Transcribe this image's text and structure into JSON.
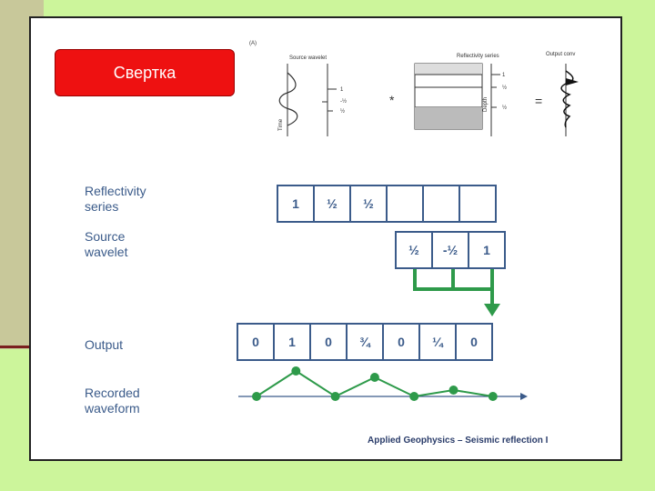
{
  "title": "Свертка",
  "figure": {
    "panel_label": "(A)",
    "source_wavelet_label": "Source wavelet",
    "reflectivity_series_label": "Reflectivity series",
    "output_label": "Output conv",
    "time_label": "Time",
    "depth_label": "Depth",
    "operator_star": "*",
    "operator_equals": "=",
    "spike_values": [
      "1",
      "-½",
      "½"
    ],
    "series_values": [
      "1",
      "½",
      "½"
    ]
  },
  "labels": {
    "reflectivity": "Reflectivity\nseries",
    "source": "Source\nwavelet",
    "output": "Output",
    "recorded": "Recorded\nwaveform"
  },
  "reflectivity_cells": [
    "1",
    "½",
    "½",
    "",
    "",
    ""
  ],
  "source_cells": [
    "½",
    "-½",
    "1"
  ],
  "output_cells": [
    "0",
    "1",
    "0",
    "¾",
    "0",
    "¼",
    "0"
  ],
  "waveform_values": [
    0,
    1,
    0,
    0.75,
    0,
    0.25,
    0
  ],
  "colors": {
    "accent": "#ee1111",
    "wave": "#2e9a4a",
    "cell_border": "#3b5b8a",
    "background": "#ccf59b"
  },
  "caption": "Applied Geophysics – Seismic reflection I"
}
